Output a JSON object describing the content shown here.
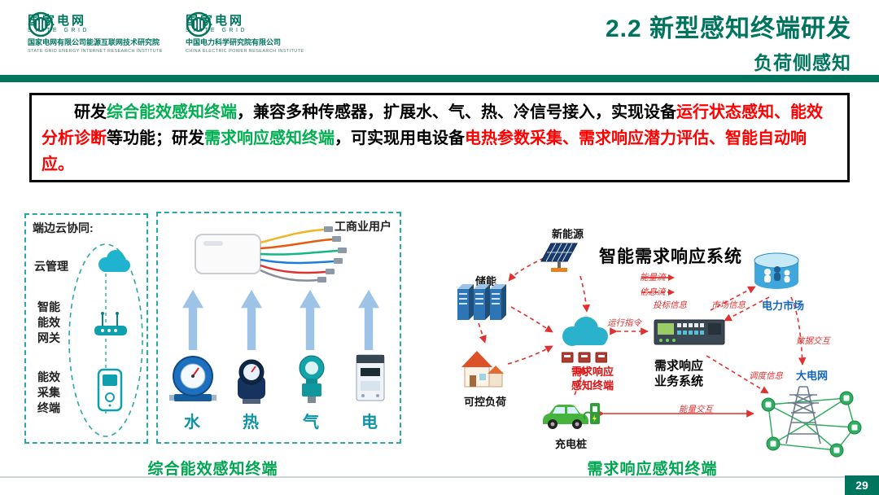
{
  "colors": {
    "brand_green": "#00755e",
    "highlight_green": "#00b050",
    "highlight_red": "#ff0000",
    "teal_dash": "#2aa7a7",
    "label_blue": "#1565c0",
    "flow_red": "#e03131"
  },
  "header": {
    "title": "2.2 新型感知终端研发",
    "subtitle": "负荷侧感知",
    "logos": [
      {
        "name_cn": "国家电网",
        "name_en": "STATE GRID",
        "org": "国家电网有限公司能源互联网技术研究院",
        "org_en": "STATE GRID ENERGY INTERNET RESEARCH INSTITUTE"
      },
      {
        "name_cn": "国家电网",
        "name_en": "STATE GRID",
        "org": "中国电力科学研究院有限公司",
        "org_en": "CHINA ELECTRIC POWER RESEARCH INSTITUTE"
      }
    ]
  },
  "summary": {
    "segments": [
      {
        "text": "研发",
        "color": "#000000"
      },
      {
        "text": "综合能效感知终端",
        "color": "#00b050"
      },
      {
        "text": "，兼容多种传感器，扩展水、气、热、冷信号接入，实现设备",
        "color": "#000000"
      },
      {
        "text": "运行状态感知、能效分析诊断",
        "color": "#ff0000"
      },
      {
        "text": "等功能；研发",
        "color": "#000000"
      },
      {
        "text": "需求响应感知终端",
        "color": "#00b050"
      },
      {
        "text": "，可实现用电设备",
        "color": "#000000"
      },
      {
        "text": "电热参数采集、需求响应潜力评估、智能自动响应",
        "color": "#ff0000"
      },
      {
        "text": "。",
        "color": "#ff0000"
      }
    ]
  },
  "left_panel": {
    "coordination_label": "端边云协同:",
    "layers": [
      {
        "label": "云管理"
      },
      {
        "label": "智能能效网关"
      },
      {
        "label": "能效采集终端"
      }
    ],
    "user_label": "工商业用户",
    "meters": [
      "水",
      "热",
      "气",
      "电"
    ],
    "caption": "综合能效感知终端"
  },
  "right_panel": {
    "title": "智能需求响应系统",
    "nodes": {
      "solar": "新能源",
      "storage": "储能",
      "market": "电力市场",
      "load": "可控负荷",
      "charger": "充电桩",
      "terminal": "需求响应感知终端",
      "system": "需求响应业务系统",
      "grid": "大电网"
    },
    "legend": {
      "energy": "能量流",
      "info": "信息流"
    },
    "flows": {
      "bid": "投标信息",
      "market_info": "市场信息",
      "command": "运行指令",
      "data": "数据交互",
      "dispatch": "调度信息",
      "energy_exchange": "能量交互"
    },
    "caption": "需求响应感知终端"
  },
  "footer": {
    "page_number": "29"
  }
}
